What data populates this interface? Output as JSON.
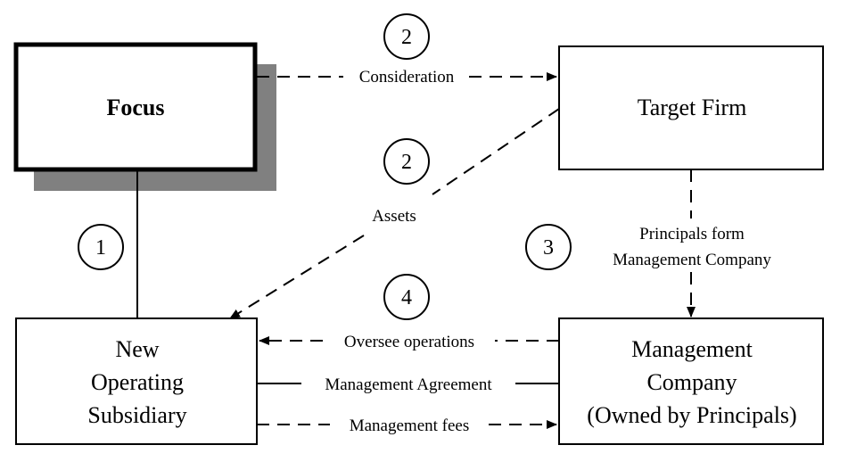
{
  "nodes": {
    "focus": {
      "label": "Focus"
    },
    "target": {
      "label": "Target Firm"
    },
    "subsidiary": {
      "lines": [
        "New",
        "Operating",
        "Subsidiary"
      ]
    },
    "management": {
      "lines": [
        "Management",
        "Company",
        "(Owned by Principals)"
      ]
    }
  },
  "edges": {
    "consideration": {
      "label": "Consideration",
      "step": "2"
    },
    "assets": {
      "label": "Assets",
      "step": "2"
    },
    "form_company": {
      "lines": [
        "Principals form",
        "Management Company"
      ],
      "step": "3"
    },
    "oversee": {
      "label": "Oversee operations",
      "step": "4"
    },
    "agreement": {
      "label": "Management Agreement"
    },
    "fees": {
      "label": "Management fees"
    },
    "ownership": {
      "step": "1"
    }
  },
  "colors": {
    "shadow": "#808080",
    "line": "#000000",
    "background": "#ffffff"
  }
}
